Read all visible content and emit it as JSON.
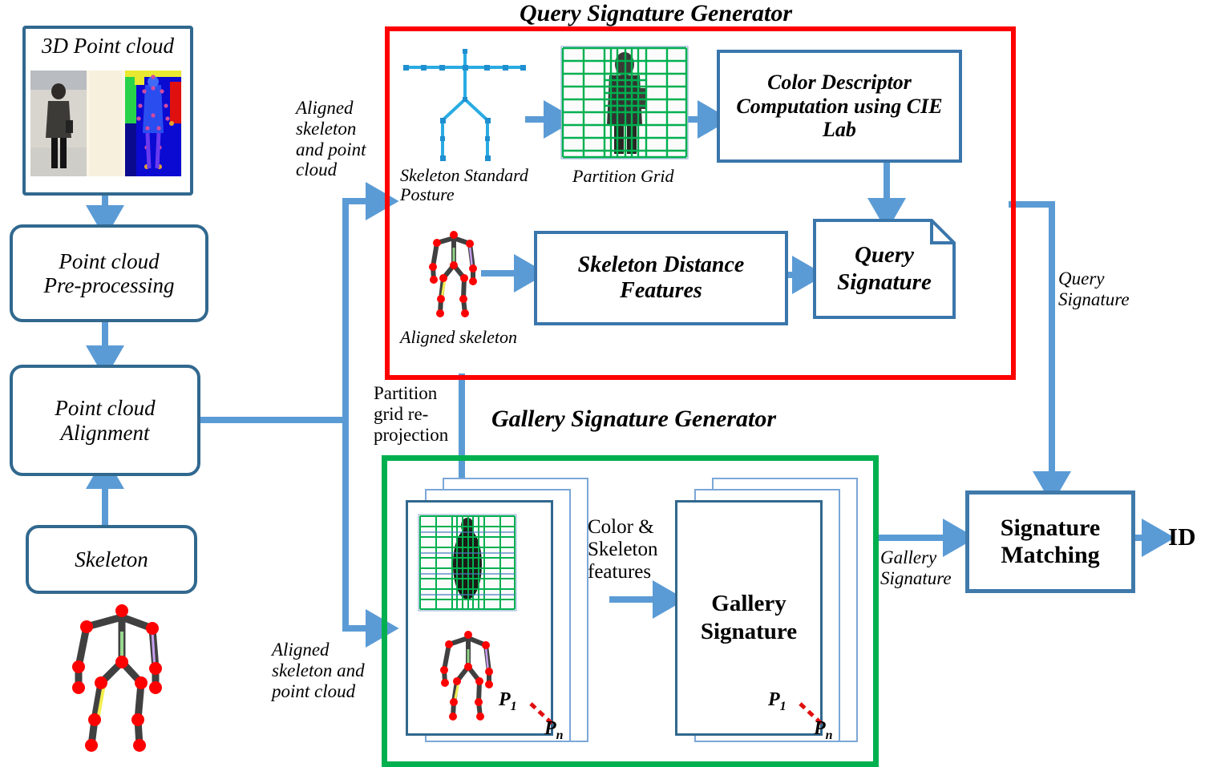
{
  "diagram": {
    "title_query": "Query Signature Generator",
    "title_gallery": "Gallery Signature Generator"
  },
  "pipeline": {
    "input_box": {
      "label": "3D Point cloud"
    },
    "preprocess_box": {
      "label": "Point cloud\nPre-processing"
    },
    "align_box": {
      "label": "Point cloud\nAlignment"
    },
    "skeleton_box": {
      "label": "Skeleton"
    }
  },
  "query": {
    "skeleton_posture_caption": "Skeleton Standard\nPosture",
    "partition_grid_caption": "Partition Grid",
    "color_descriptor_box": "Color Descriptor Computation using CIE Lab",
    "skeleton_distance_box": "Skeleton Distance Features",
    "query_signature_box": "Query Signature",
    "aligned_skeleton_caption": "Aligned skeleton"
  },
  "gallery": {
    "gallery_signature_box": "Gallery Signature",
    "color_skeleton_features_label": "Color &\nSkeleton\nfeatures",
    "p_first": "P",
    "p_first_sub": "1",
    "p_last": "P",
    "p_last_sub": "n"
  },
  "matching": {
    "signature_matching_box": "Signature Matching",
    "output_label": "ID"
  },
  "edge_labels": {
    "aligned_skeleton_point_cloud_top": "Aligned\nskeleton\nand point\ncloud",
    "aligned_skeleton_point_cloud_bottom": "Aligned\nskeleton and\npoint cloud",
    "partition_grid_reprojection": "Partition\ngrid re-\nprojection",
    "query_signature": "Query\nSignature",
    "gallery_signature": "Gallery\nSignature"
  },
  "colors": {
    "arrow_blue": "#5b9bd5",
    "box_blue": "#3a76ab",
    "frame_red": "#fe0000",
    "frame_green": "#00b04f",
    "grid_green": "#00b050",
    "joint_red": "#ff0000",
    "bone_gray": "#404040"
  }
}
